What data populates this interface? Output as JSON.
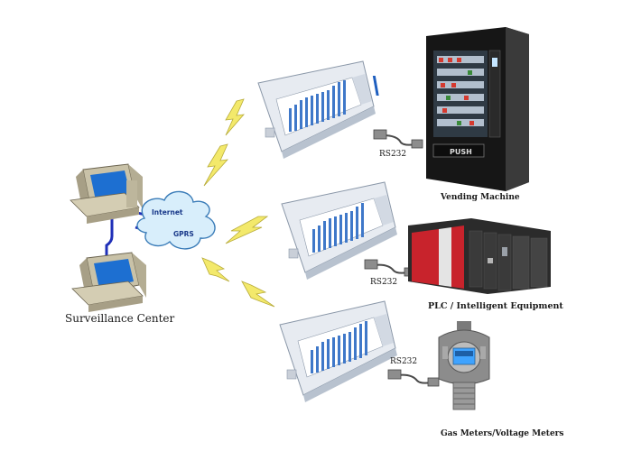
{
  "labels": {
    "surveillance_center": "Surveillance Center",
    "vending_machine": "Vending Machine",
    "plc": "PLC / Intelligent Equipment",
    "gas_meters": "Gas Meters/Voltage Meters",
    "rs232_1": "RS232",
    "rs232_2": "RS232",
    "rs232_3": "RS232",
    "cloud_internet": "Internet",
    "cloud_gprs": "GPRS",
    "vending_button": "PUSH"
  },
  "colors": {
    "computer_beige": "#c9c2a8",
    "screen_blue": "#1d6fd1",
    "cloud_fill": "#d8eefb",
    "cloud_stroke": "#3a7cb8",
    "bolt_yellow": "#f3e96b",
    "device_body": "#e7ebf1",
    "device_screen": "#ffffff",
    "device_bars": "#3f78c9",
    "vending_black": "#161616",
    "plc_red": "#c8232c",
    "plc_dark": "#2b2b2b",
    "meter_gray": "#8c8c8c",
    "meter_display": "#3fa3ff",
    "link_blue": "#1f2fb8"
  }
}
